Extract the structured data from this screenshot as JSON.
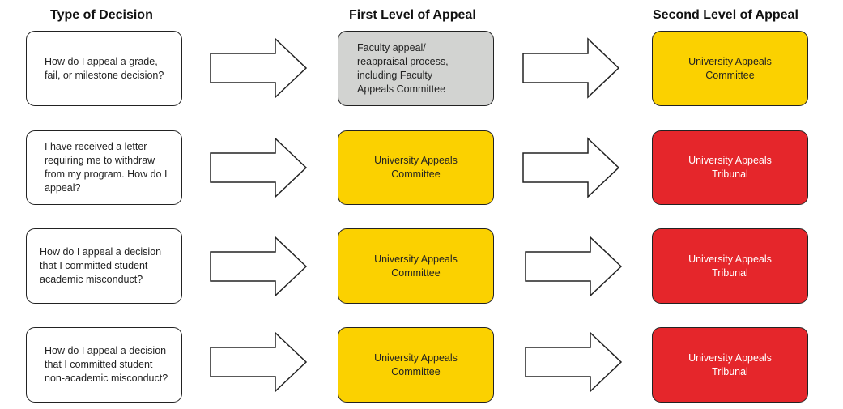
{
  "headers": {
    "type_of_decision": "Type of Decision",
    "first_level": "First Level of Appeal",
    "second_level": "Second Level of Appeal"
  },
  "colors": {
    "grey_box": "#d2d3d1",
    "yellow_box": "#fbd100",
    "red_box": "#e5262b",
    "white_box": "#ffffff",
    "red_text": "#ffffff"
  },
  "rows": [
    {
      "question": "How do I appeal a grade, fail, or milestone decision?",
      "first_level": "Faculty appeal/ reappraisal process, including Faculty Appeals Committee",
      "second_level": "University Appeals Committee"
    },
    {
      "question": "I have received a letter requiring me to withdraw from my program. How do I appeal?",
      "first_level": "University Appeals Committee",
      "second_level": "University Appeals Tribunal"
    },
    {
      "question": "How do I appeal a decision that I committed student academic misconduct?",
      "first_level": "University Appeals Committee",
      "second_level": "University Appeals Tribunal"
    },
    {
      "question": "How do I appeal a decision that I committed student non-academic misconduct?",
      "first_level": "University Appeals Committee",
      "second_level": "University Appeals Tribunal"
    }
  ]
}
